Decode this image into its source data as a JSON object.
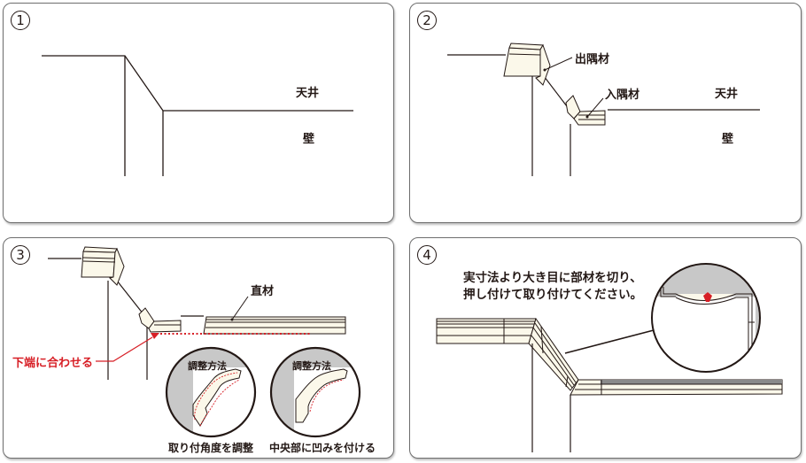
{
  "panels": [
    {
      "number": "1",
      "labels": {
        "ceiling": "天井",
        "wall": "壁"
      }
    },
    {
      "number": "2",
      "labels": {
        "ceiling": "天井",
        "wall": "壁",
        "outside_corner": "出隅材",
        "inside_corner": "入隅材"
      }
    },
    {
      "number": "3",
      "labels": {
        "straight_piece": "直材",
        "align_bottom": "下端に合わせる",
        "adjust_method_1": "調整方法",
        "adjust_method_2": "調整方法",
        "caption_1": "取り付角度を調整",
        "caption_2": "中央部に凹みを付ける"
      }
    },
    {
      "number": "4",
      "labels": {
        "instruction_line1": "実寸法より大き目に部材を切り、",
        "instruction_line2": "押し付けて取り付けてください。"
      }
    }
  ],
  "colors": {
    "line": "#231815",
    "molding_fill": "#fbf8ea",
    "highlight_red": "#d71f26",
    "ceiling_gray": "#c8c8c8"
  }
}
